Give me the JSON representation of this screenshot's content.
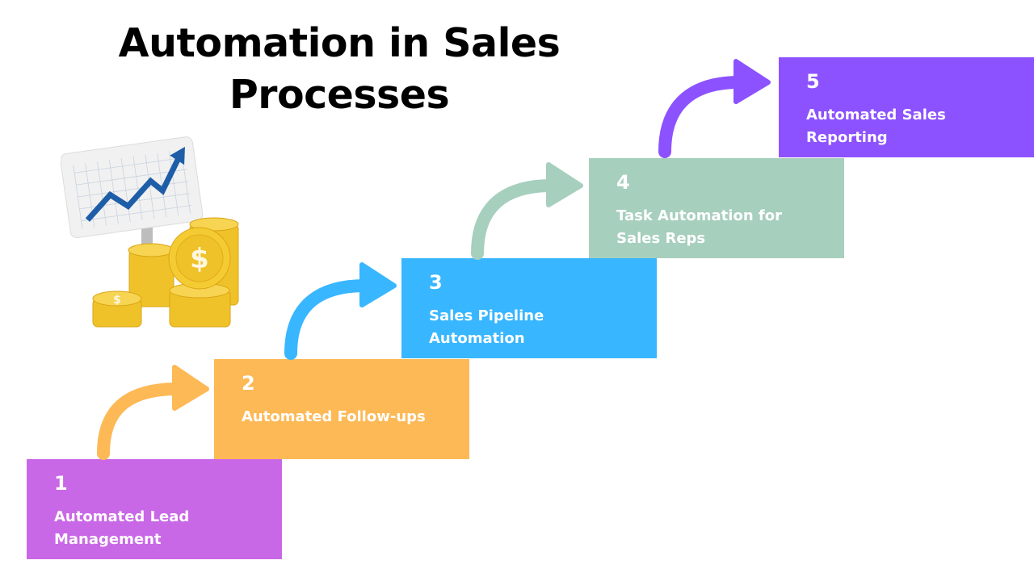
{
  "title": "Automation in Sales Processes",
  "title_lines": [
    "Automation in Sales",
    "Processes"
  ],
  "illustration": {
    "description": "growth chart sign with gold dollar coins",
    "icon": "chart-coins-icon"
  },
  "steps": [
    {
      "number": "1",
      "label": "Automated Lead Management",
      "color": "#c968e6"
    },
    {
      "number": "2",
      "label": "Automated Follow-ups",
      "color": "#fdb956"
    },
    {
      "number": "3",
      "label": "Sales Pipeline Automation",
      "color": "#38b6ff"
    },
    {
      "number": "4",
      "label": "Task Automation for Sales Reps",
      "color": "#a6cfbd"
    },
    {
      "number": "5",
      "label": "Automated Sales Reporting",
      "color": "#8c52ff"
    }
  ]
}
